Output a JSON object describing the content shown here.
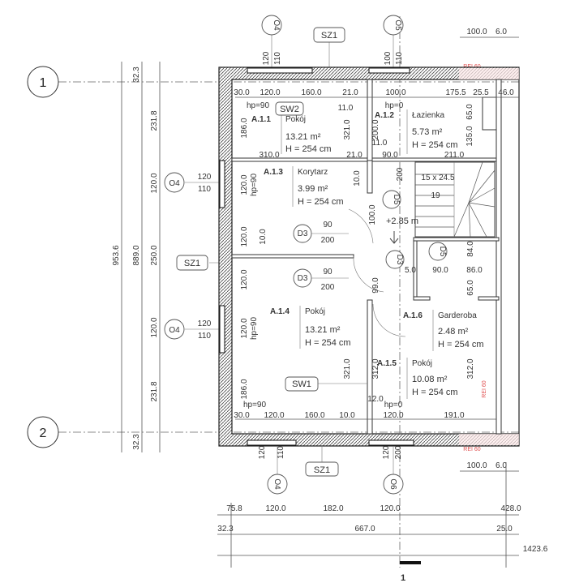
{
  "axes": {
    "row1": "1",
    "row2": "2",
    "col1": "1"
  },
  "left_dims": {
    "overall": "953.6",
    "axis": "889.0",
    "top_offset": "32.3",
    "bottom_offset": "32.3",
    "chain": [
      "231.8",
      "120.0",
      "250.0",
      "120.0",
      "231.8"
    ]
  },
  "tags": {
    "o4": "O4",
    "o5": "O5",
    "o6": "O6",
    "sz1": "SZ1",
    "sw1": "SW1",
    "sw2": "SW2",
    "d3": "D3",
    "d5": "D5",
    "win_h1": "120",
    "win_h2": "110",
    "win_h3": "100",
    "win_h4": "200",
    "rei": "REI 60"
  },
  "rooms": [
    {
      "id": "A.1.1",
      "name": "Pokój",
      "area": "13.21 m²",
      "height": "H = 254 cm"
    },
    {
      "id": "A.1.2",
      "name": "Łazienka",
      "area": "5.73 m²",
      "height": "H = 254 cm"
    },
    {
      "id": "A.1.3",
      "name": "Korytarz",
      "area": "3.99 m²",
      "height": "H = 254 cm"
    },
    {
      "id": "A.1.4",
      "name": "Pokój",
      "area": "13.21 m²",
      "height": "H = 254 cm"
    },
    {
      "id": "A.1.5",
      "name": "Pokój",
      "area": "10.08 m²",
      "height": "H = 254 cm"
    },
    {
      "id": "A.1.6",
      "name": "Garderoba",
      "area": "2.48 m²",
      "height": "H = 254 cm"
    }
  ],
  "interior_dims": {
    "top": [
      "30.0",
      "120.0",
      "160.0",
      "21.0",
      "100.0",
      "175.5",
      "25.5",
      "46.0"
    ],
    "bottom": [
      "30.0",
      "120.0",
      "160.0",
      "10.0",
      "120.0",
      "191.0"
    ],
    "misc": [
      "hp=90",
      "11.0",
      "186.0",
      "321.0",
      "310.0",
      "21.0",
      "200.0",
      "11.0",
      "90.0",
      "211.0",
      "135.0",
      "65.0",
      "120.0",
      "10.0",
      "200",
      "15 x 24.5",
      "19",
      "+2.85 m",
      "90",
      "200",
      "90",
      "200",
      "120.0",
      "10.0",
      "5.0",
      "90.0",
      "86.0",
      "84.0",
      "65.0",
      "99.0",
      "100.0",
      "120.0",
      "hp=90",
      "186.0",
      "321.0",
      "312.0",
      "312.0",
      "12.0",
      "hp=0",
      "hp=90",
      "hp=90"
    ]
  },
  "top_dims": {
    "a": "100.0",
    "b": "6.0"
  },
  "bottom_dims": {
    "row1": [
      "75.8",
      "120.0",
      "182.0",
      "120.0",
      "428.0"
    ],
    "row2": [
      "32.3",
      "667.0",
      "25.0"
    ],
    "row3": "1423.6",
    "a": "100.0",
    "b": "6.0"
  }
}
